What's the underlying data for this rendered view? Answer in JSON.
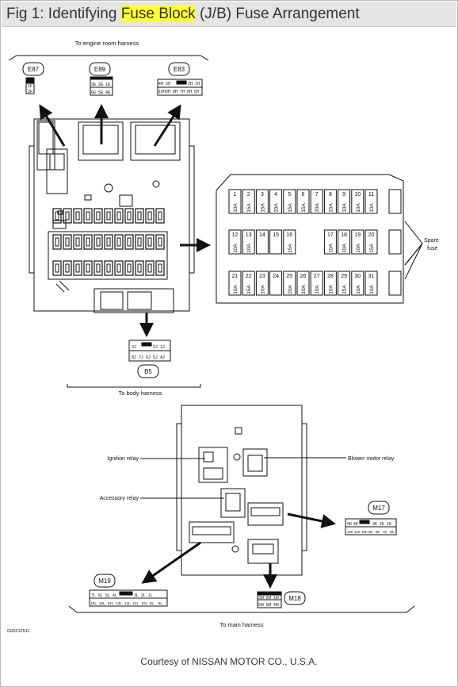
{
  "header": {
    "title_prefix": "Fig 1: Identifying ",
    "title_highlight": "Fuse Block",
    "title_suffix": " (J/B) Fuse Arrangement",
    "highlight_color": "#ffff3a"
  },
  "top_diagram": {
    "engine_label": "To engine room harness",
    "body_label": "To body harness",
    "connectors": {
      "e87": {
        "id": "E87",
        "pins": [
          "1F",
          "2F"
        ]
      },
      "e89": {
        "id": "E89",
        "pins": [
          "3E",
          "2E",
          "1E",
          "6E",
          "5E",
          "4E"
        ]
      },
      "e83": {
        "id": "E83",
        "pins": [
          "4H",
          "3H",
          "2H",
          "1H",
          "10H",
          "9H",
          "8H",
          "7H",
          "6H",
          "5H"
        ]
      },
      "b5": {
        "id": "B5",
        "pins": [
          "3J",
          "2J",
          "1J",
          "8J",
          "7J",
          "6J",
          "5J",
          "4J"
        ]
      }
    },
    "spare_label_1": "Spare",
    "spare_label_2": "fuse",
    "fuse_rows": [
      [
        {
          "n": "1",
          "a": "10A"
        },
        {
          "n": "2",
          "a": "15A"
        },
        {
          "n": "3",
          "a": "15A"
        },
        {
          "n": "4",
          "a": "20A"
        },
        {
          "n": "5",
          "a": "15A"
        },
        {
          "n": "6",
          "a": "15A"
        },
        {
          "n": "7",
          "a": "20A"
        },
        {
          "n": "8",
          "a": "15A"
        },
        {
          "n": "9",
          "a": "10A"
        },
        {
          "n": "10",
          "a": "10A"
        },
        {
          "n": "11",
          "a": "10A"
        }
      ],
      [
        {
          "n": "12",
          "a": "10A"
        },
        {
          "n": "13",
          "a": "10A"
        },
        {
          "n": "14",
          "a": ""
        },
        {
          "n": "15",
          "a": ""
        },
        {
          "n": "16",
          "a": "15A"
        },
        {
          "n": "17",
          "a": "10A"
        },
        {
          "n": "18",
          "a": "10A"
        },
        {
          "n": "19",
          "a": "10A"
        },
        {
          "n": "20",
          "a": "15A"
        }
      ],
      [
        {
          "n": "21",
          "a": "10A"
        },
        {
          "n": "22",
          "a": "15A"
        },
        {
          "n": "23",
          "a": "10A"
        },
        {
          "n": "24",
          "a": ""
        },
        {
          "n": "25",
          "a": "20A"
        },
        {
          "n": "26",
          "a": "10A"
        },
        {
          "n": "27",
          "a": "10A"
        },
        {
          "n": "28",
          "a": "10A"
        },
        {
          "n": "29",
          "a": "15A"
        },
        {
          "n": "30",
          "a": "10A"
        },
        {
          "n": "31",
          "a": "10A"
        }
      ]
    ]
  },
  "bottom_diagram": {
    "ignition_relay": "Ignition relay",
    "accessory_relay": "Accessory relay",
    "blower_relay": "Blower motor relay",
    "main_label": "To main harness",
    "connectors": {
      "m17": {
        "id": "M17",
        "pins": [
          "5K",
          "4K",
          "3K",
          "2K",
          "1K",
          "12K",
          "11K",
          "10K",
          "9K",
          "8K",
          "7K",
          "6K"
        ]
      },
      "m19": {
        "id": "M19",
        "pins": [
          "7L",
          "6L",
          "5L",
          "4L",
          "3L",
          "2L",
          "1L",
          "16L",
          "15L",
          "14L",
          "13L",
          "12L",
          "11L",
          "10L",
          "9L",
          "8L"
        ]
      },
      "m18": {
        "id": "M18",
        "pins": [
          "3M",
          "2M",
          "1M",
          "6M",
          "5M",
          "4M"
        ]
      }
    }
  },
  "image_code": "G00212511",
  "courtesy": "Courtesy of NISSAN MOTOR CO., U.S.A."
}
